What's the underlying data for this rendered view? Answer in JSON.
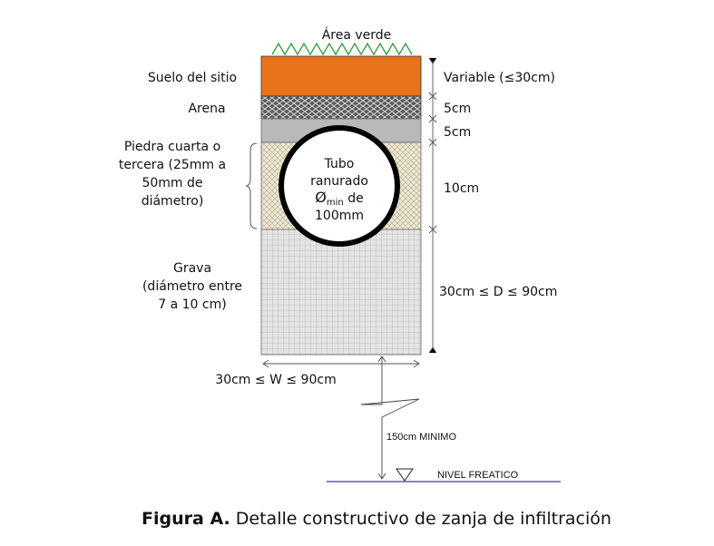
{
  "top_label": "Área verde",
  "layers": {
    "suelo": "Suelo del sitio",
    "arena": "Arena",
    "piedra": [
      "Piedra cuarta o",
      "tercera (25mm a",
      "50mm de",
      "diámetro)"
    ],
    "grava": [
      "Grava",
      "(diámetro entre",
      "7 a 10 cm)"
    ]
  },
  "dimensions": {
    "variable": "Variable (≤30cm)",
    "arena": "5cm",
    "gris": "5cm",
    "piedra": "10cm",
    "grava": "30cm ≤ D ≤ 90cm",
    "ancho": "30cm ≤ W ≤ 90cm",
    "minimo": "150cm  MINIMO",
    "nivel": "NIVEL FREATICO"
  },
  "pipe": {
    "line1": "Tubo",
    "line2": "ranurado",
    "line3_symbol": "Ø",
    "line3_sub": "min",
    "line3_rest": " de",
    "line4": "100mm"
  },
  "caption": {
    "bold": "Figura A.",
    "text": " Detalle constructivo de zanja de infiltración"
  },
  "colors": {
    "soil": "#e8731a",
    "grass": "#2e9a3a",
    "gray_layer": "#b9b9b9",
    "water_line": "#3a3ab0"
  }
}
